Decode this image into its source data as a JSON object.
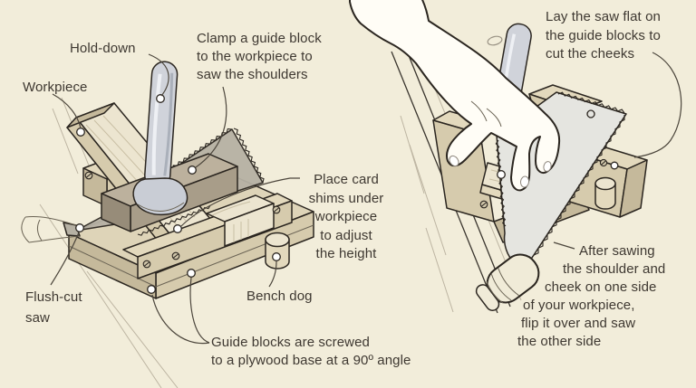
{
  "labels": {
    "hold_down": "Hold-down",
    "workpiece": "Workpiece",
    "clamp_note": [
      "Clamp a guide block",
      "to the workpiece to",
      "saw the shoulders"
    ],
    "place_note": [
      "Place card",
      "shims under",
      "workpiece",
      "to adjust",
      "the height"
    ],
    "flush_cut": [
      "Flush-cut",
      "saw"
    ],
    "bench_dog": "Bench dog",
    "guide_note": [
      "Guide blocks are screwed",
      "to a plywood base at a 90º angle"
    ],
    "lay_note": [
      "Lay the saw flat on",
      "the guide blocks to",
      "cut the cheeks"
    ],
    "after_note": [
      "After sawing",
      "the shoulder and",
      "cheek on one side",
      "of your workpiece,",
      "flip it over and saw",
      "the other side"
    ]
  },
  "colors": {
    "background": "#f2edda",
    "text": "#3e3831",
    "outline": "#2b2620",
    "leader": "#4c463c",
    "faint": "#bdb5a2",
    "wood_light": "#ece5d0",
    "wood_mid": "#ded4b8",
    "wood_front": "#d6cbad",
    "wood_side": "#c5b99b",
    "wood_top_light": "#e3d9bd",
    "block_dark_top": "#bcb19d",
    "block_dark_front": "#a89d89",
    "block_dark_side": "#978c79",
    "saw_gray": "#b6b1a4",
    "saw_light": "#e5e5e0",
    "metal": "#d0d3da",
    "metal_shade": "#aab0ba",
    "hand": "#fffdf6",
    "grain": "#c9bfa4",
    "screw": "#cfc5a9"
  }
}
